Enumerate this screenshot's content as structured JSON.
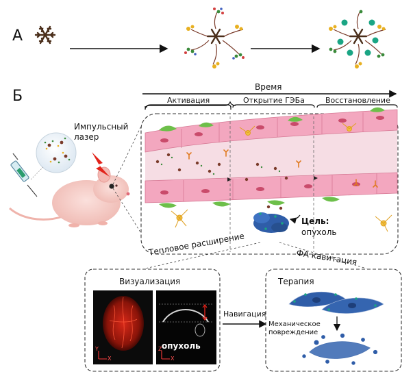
{
  "panel_a": {
    "label": "А"
  },
  "panel_b": {
    "label": "Б",
    "time_label": "Время",
    "phases": [
      "Активация",
      "Открытие ГЭБа",
      "Восстановление"
    ],
    "laser_label": "Импульсный\nлазер",
    "target_label_bold": "Цель:",
    "target_label": "опухоль",
    "thermal_label": "Тепловое расширение",
    "cavitation_label": "ФА кавитация"
  },
  "imaging": {
    "title": "Визуализация",
    "tumor_label": "опухоль",
    "axis_labels": [
      "Y",
      "X",
      "Z",
      "X"
    ]
  },
  "navigation_label": "Навигация",
  "therapy": {
    "title": "Терапия",
    "damage_label": "Механическое\nповреждение"
  },
  "colors": {
    "vessel_wall": "#f3a7bf",
    "vessel_lumen": "#f6dde4",
    "glia": "#6dbf4a",
    "neuron": "#f0c040",
    "tumor_cell": "#2f5da8",
    "nanoparticle": "#1aa584",
    "laser": "#e2231a"
  }
}
